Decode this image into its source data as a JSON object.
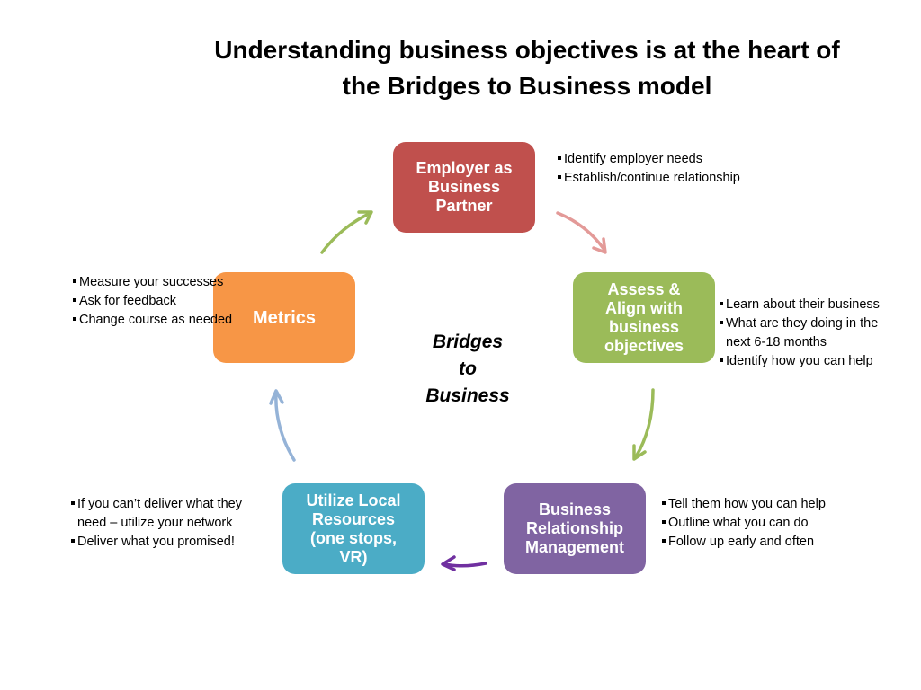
{
  "title": {
    "line1": "Understanding business objectives is at the heart of",
    "line2": "the Bridges to Business model"
  },
  "center_label": {
    "line1": "Bridges",
    "line2": "to",
    "line3": "Business"
  },
  "nodes": {
    "employer": {
      "label": "Employer as\nBusiness\nPartner",
      "color": "#c0504d"
    },
    "assess": {
      "label": "Assess &\nAlign with\nbusiness\nobjectives",
      "color": "#9bbb59"
    },
    "brm": {
      "label": "Business\nRelationship\nManagement",
      "color": "#8064a2"
    },
    "local": {
      "label": "Utilize Local\nResources\n(one stops,\nVR)",
      "color": "#4bacc6"
    },
    "metrics": {
      "label": "Metrics",
      "color": "#f79646"
    }
  },
  "bullets": {
    "employer": [
      "Identify employer needs",
      "Establish/continue relationship"
    ],
    "assess": [
      "Learn about their business",
      "What are they doing in the\n next 6-18 months",
      "Identify how you can help"
    ],
    "brm": [
      "Tell them how you can help",
      " Outline what you can do",
      " Follow up early and often"
    ],
    "local": [
      "If you can’t deliver what they\n need – utilize your network",
      "Deliver what you promised!"
    ],
    "metrics": [
      " Measure your successes",
      "Ask for feedback",
      "Change course as needed"
    ]
  },
  "arrow_colors": {
    "employer_to_assess": "#e39a98",
    "assess_to_brm": "#9bbb59",
    "brm_to_local": "#7030a0",
    "local_to_metrics": "#95b3d7",
    "metrics_to_employer": "#9bbb59"
  }
}
